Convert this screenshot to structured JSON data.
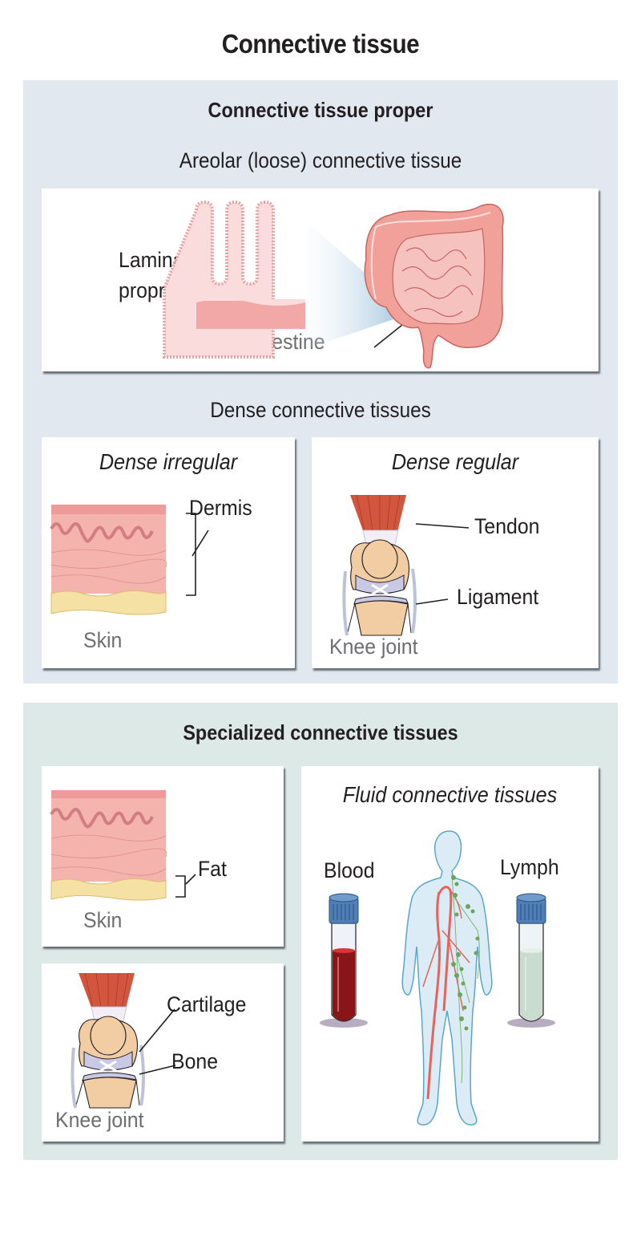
{
  "title": "Connective tissue",
  "colors": {
    "proper_panel_bg": "#e1e8f0",
    "specialized_panel_bg": "#dde9e6",
    "tissue_pink": "#f2a7a4",
    "fat_yellow": "#f5e1a3",
    "muscle_red": "#d2553d",
    "bone_tan": "#f2cda3",
    "cartilage_lavender": "#c9c9e6",
    "blood_red": "#8a1518",
    "lymph_green": "#c9dccd",
    "tube_cap_blue": "#4f7fb8",
    "body_outline_blue": "#5aa6c9",
    "artery_red": "#e8625a",
    "lymph_node_green": "#6aa55a"
  },
  "proper": {
    "heading": "Connective tissue proper",
    "areolar": {
      "heading": "Areolar (loose) connective tissue",
      "label_lamina": "Lamina\npropria",
      "label_lamina_line1": "Lamina",
      "label_lamina_line2": "propria",
      "caption": "Small intestine"
    },
    "dense": {
      "heading": "Dense connective tissues",
      "irregular": {
        "title": "Dense irregular",
        "label": "Dermis",
        "caption": "Skin"
      },
      "regular": {
        "title": "Dense regular",
        "label_tendon": "Tendon",
        "label_ligament": "Ligament",
        "caption": "Knee joint"
      }
    }
  },
  "specialized": {
    "heading": "Specialized connective tissues",
    "fat_card": {
      "label": "Fat",
      "caption": "Skin"
    },
    "knee_card": {
      "label_cartilage": "Cartilage",
      "label_bone": "Bone",
      "caption": "Knee joint"
    },
    "fluid": {
      "title": "Fluid connective tissues",
      "label_blood": "Blood",
      "label_lymph": "Lymph"
    }
  }
}
